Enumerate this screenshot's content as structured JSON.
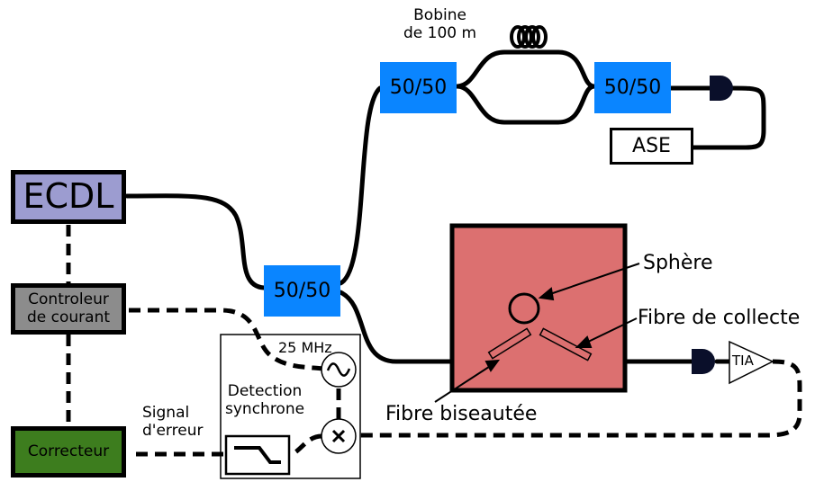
{
  "components": {
    "ecdl": "ECDL",
    "controller": [
      "Controleur",
      "de courant"
    ],
    "correcteur": "Correcteur",
    "coupler_main": "50/50",
    "coupler_upper_left": "50/50",
    "coupler_upper_right": "50/50",
    "ase": "ASE",
    "tia": "TIA"
  },
  "labels": {
    "bobine": [
      "Bobine",
      "de 100 m"
    ],
    "freq": "25 MHz",
    "detection": [
      "Detection",
      "synchrone"
    ],
    "signal": [
      "Signal",
      "d'erreur"
    ],
    "sphere": "Sphère",
    "fibre_collecte": "Fibre de collecte",
    "fibre_biseautee": "Fibre biseautée"
  },
  "colors": {
    "coupler": "#0a85ff",
    "ecdl": "#9c9cd0",
    "controller": "#8c8c8c",
    "correcteur": "#3d7d1e",
    "chamber": "#dc7070",
    "photodiode": "#0a0f2a"
  },
  "icons": {
    "oscillator": "sine-wave-icon",
    "mixer": "multiply-icon",
    "filter": "low-pass-filter-icon",
    "photodiode": "photodiode-icon",
    "coil": "fiber-coil-icon"
  }
}
